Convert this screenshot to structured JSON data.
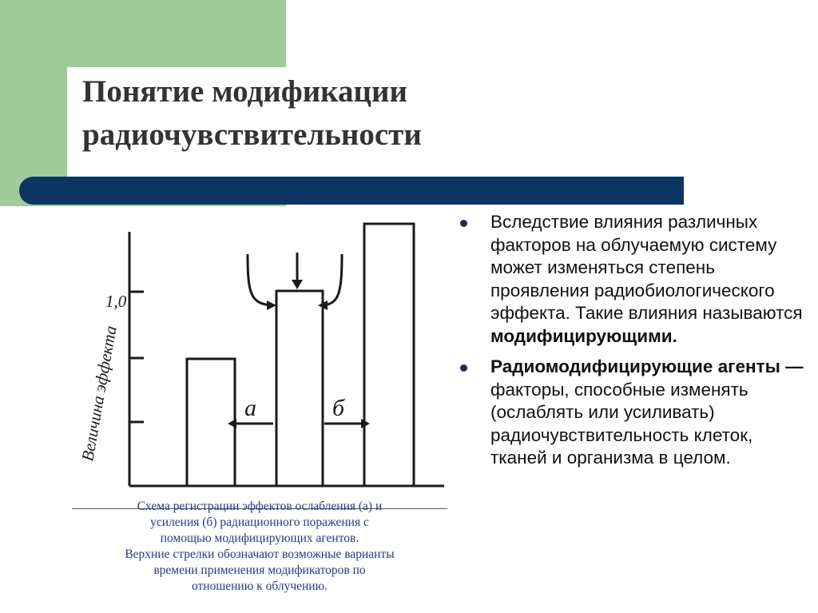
{
  "title": {
    "line1": "Понятие модификации",
    "line2": "радиочувствительности"
  },
  "figure": {
    "y_axis_label": "Величина эффекта",
    "y_tick_label": "1,0",
    "label_a": "а",
    "label_b": "б"
  },
  "caption": {
    "line1": "Схема регистрации эффектов ослабления (а) и",
    "line2": "усиления (б) радиационного поражения с",
    "line3": "помощью модифицирующих агентов.",
    "line4": "Верхние стрелки  обозначают возможные варианты",
    "line5": "времени применения   модификаторов по",
    "line6": "отношению к облучению."
  },
  "bullets": [
    {
      "text": "Вследствие влияния различных факторов на облучаемую систему может изменяться степень проявления радиобиологического эффекта. Такие влияния называются ",
      "bold": "модифицирующими."
    },
    {
      "bold": "Радиомодифицирующие агенты —",
      "text": " факторы, способные изменять (ослаблять или усиливать) радиочувствительность клеток, тканей и организма в целом."
    }
  ],
  "colors": {
    "green_block": "#9fcc99",
    "divider": "#0d3563",
    "caption_text": "#2b3980"
  }
}
